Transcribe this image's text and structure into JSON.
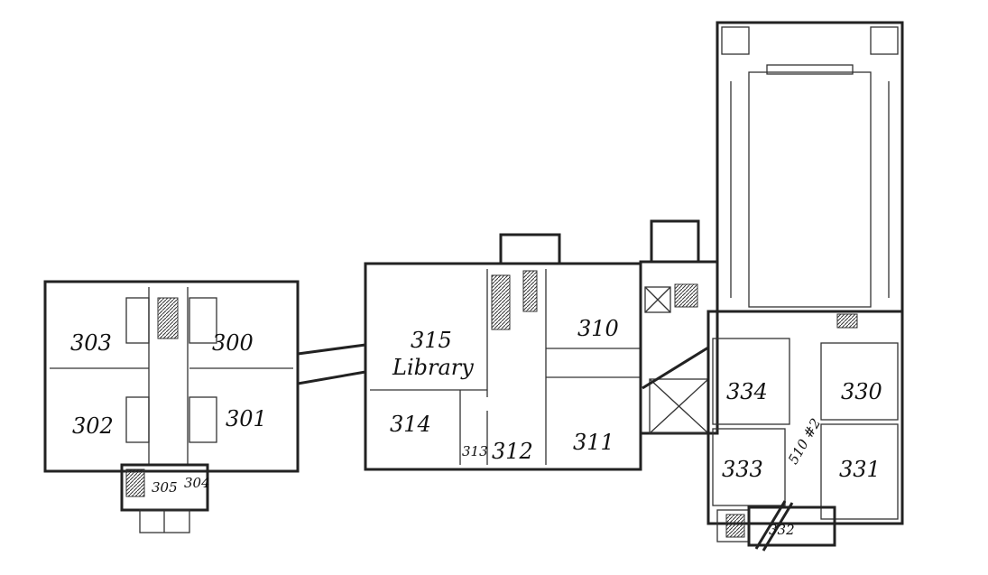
{
  "title": "Third floor plan",
  "rooms": {
    "r303": "303",
    "r300": "300",
    "r302": "302",
    "r301": "301",
    "r305": "305",
    "r304": "304",
    "r315": "315",
    "r315_name": "Library",
    "r314": "314",
    "r313": "313",
    "r312": "312",
    "r310": "310",
    "r311": "311",
    "r334": "334",
    "r330": "330",
    "r333": "333",
    "r331": "331",
    "r332": "332",
    "corridor_note": "510 #2"
  }
}
